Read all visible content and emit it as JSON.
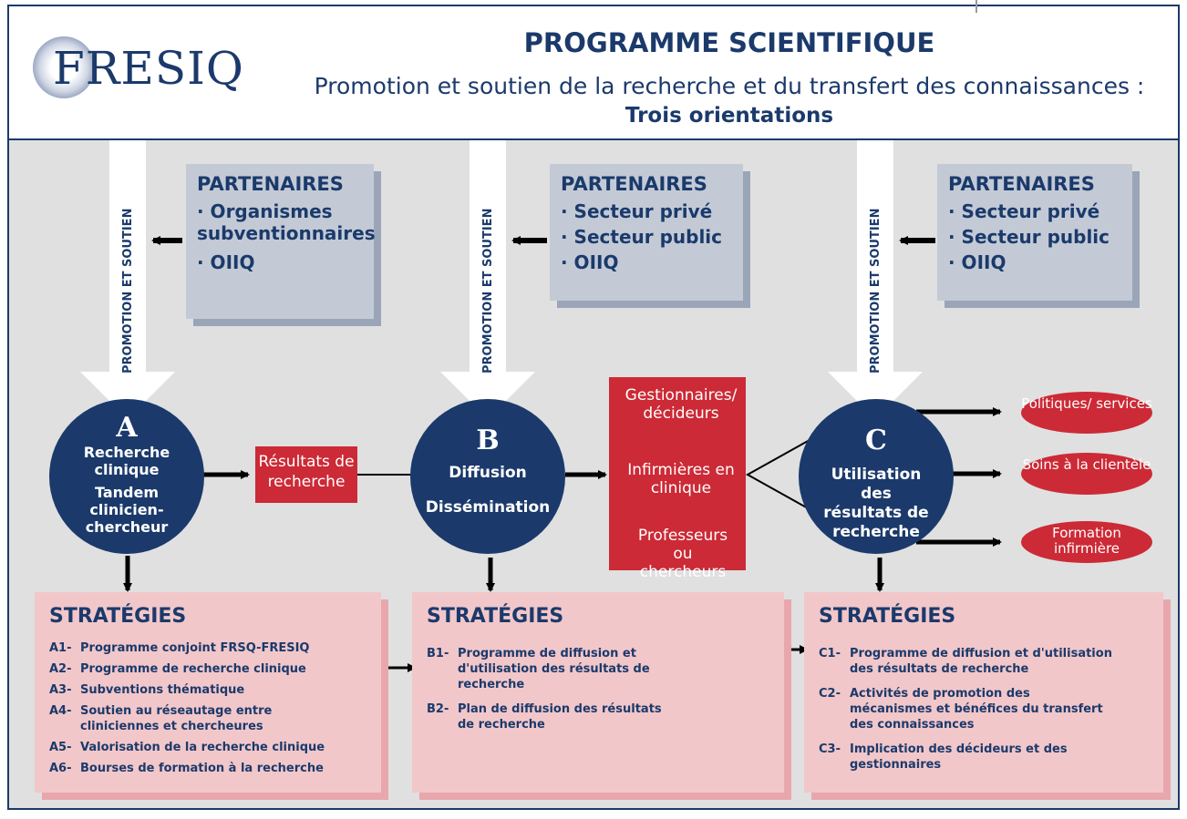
{
  "header": {
    "logo_text": "FRESIQ",
    "title": "PROGRAMME SCIENTIFIQUE",
    "subtitle": "Promotion et soutien de la recherche et du transfert des connaissances :",
    "subtitle2": "Trois orientations"
  },
  "promotion_label": "PROMOTION ET SOUTIEN",
  "partners": [
    {
      "heading": "PARTENAIRES",
      "items": [
        "· Organismes subventionnaires",
        "· OIIQ"
      ]
    },
    {
      "heading": "PARTENAIRES",
      "items": [
        "· Secteur privé",
        "· Secteur public",
        "· OIIQ"
      ]
    },
    {
      "heading": "PARTENAIRES",
      "items": [
        "· Secteur privé",
        "· Secteur public",
        "· OIIQ"
      ]
    }
  ],
  "circles": {
    "a": {
      "letter": "A",
      "line1": "Recherche clinique",
      "line2": "Tandem clinicien-chercheur"
    },
    "b": {
      "letter": "B",
      "line1": "Diffusion",
      "line2": "Dissémination"
    },
    "c": {
      "letter": "C",
      "line1": "Utilisation des résultats de recherche"
    }
  },
  "results_box": "Résultats de recherche",
  "actors": [
    "Gestionnaires/ décideurs",
    "Infirmières en clinique",
    "Professeurs ou chercheurs"
  ],
  "outcomes": [
    "Politiques/ services",
    "Soins à la clientèle",
    "Formation infirmière"
  ],
  "strategies": [
    {
      "heading": "STRATÉGIES",
      "items": [
        {
          "code": "A1-",
          "text": "Programme conjoint FRSQ-FRESIQ"
        },
        {
          "code": "A2-",
          "text": "Programme de recherche clinique"
        },
        {
          "code": "A3-",
          "text": "Subventions thématique"
        },
        {
          "code": "A4-",
          "text": "Soutien au réseautage entre cliniciennes et chercheures"
        },
        {
          "code": "A5-",
          "text": "Valorisation de la recherche clinique"
        },
        {
          "code": "A6-",
          "text": "Bourses de formation à la recherche"
        }
      ]
    },
    {
      "heading": "STRATÉGIES",
      "items": [
        {
          "code": "B1-",
          "text": "Programme de diffusion et d'utilisation des résultats de recherche"
        },
        {
          "code": "B2-",
          "text": "Plan de diffusion des résultats de recherche"
        }
      ]
    },
    {
      "heading": "STRATÉGIES",
      "items": [
        {
          "code": "C1-",
          "text": "Programme de diffusion et d'utilisation des résultats de recherche"
        },
        {
          "code": "C2-",
          "text": "Activités de promotion des mécanismes et bénéfices du transfert des connaissances"
        },
        {
          "code": "C3-",
          "text": "Implication des décideurs et des gestionnaires"
        }
      ]
    }
  ],
  "colors": {
    "navy": "#1b3a6b",
    "red": "#cc2a36",
    "partner_bg": "#c3cad6",
    "strategy_bg": "#f2c7ca",
    "panel_bg": "#e0e0e0"
  }
}
